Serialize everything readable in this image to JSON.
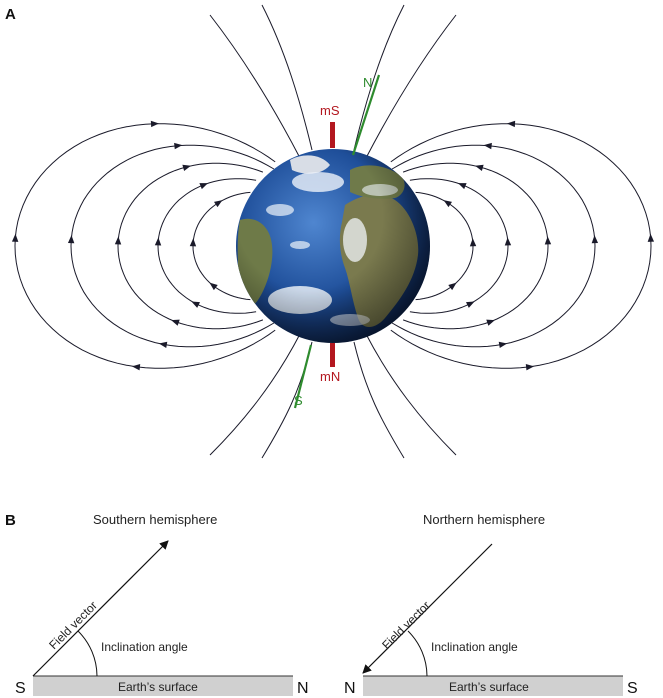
{
  "panel_a": {
    "label": "A",
    "pole_top": "mS",
    "pole_bottom": "mN",
    "needle_top": "N",
    "needle_bottom": "S"
  },
  "panel_b": {
    "label": "B",
    "southern": {
      "title": "Southern hemisphere",
      "vector_label": "Field vector",
      "angle_label": "Inclination angle",
      "left_letter": "S",
      "right_letter": "N",
      "surface_label": "Earth’s surface"
    },
    "northern": {
      "title": "Northern hemisphere",
      "vector_label": "Field vector",
      "angle_label": "Inclination angle",
      "left_letter": "N",
      "right_letter": "S",
      "surface_label": "Earth’s surface"
    }
  },
  "colors": {
    "pole_bar": "#b3171f",
    "needle": "#2e8b2e",
    "field_line": "#1a1a2a",
    "ocean": "#1f4f9a",
    "surface": "#d0d0d0"
  }
}
